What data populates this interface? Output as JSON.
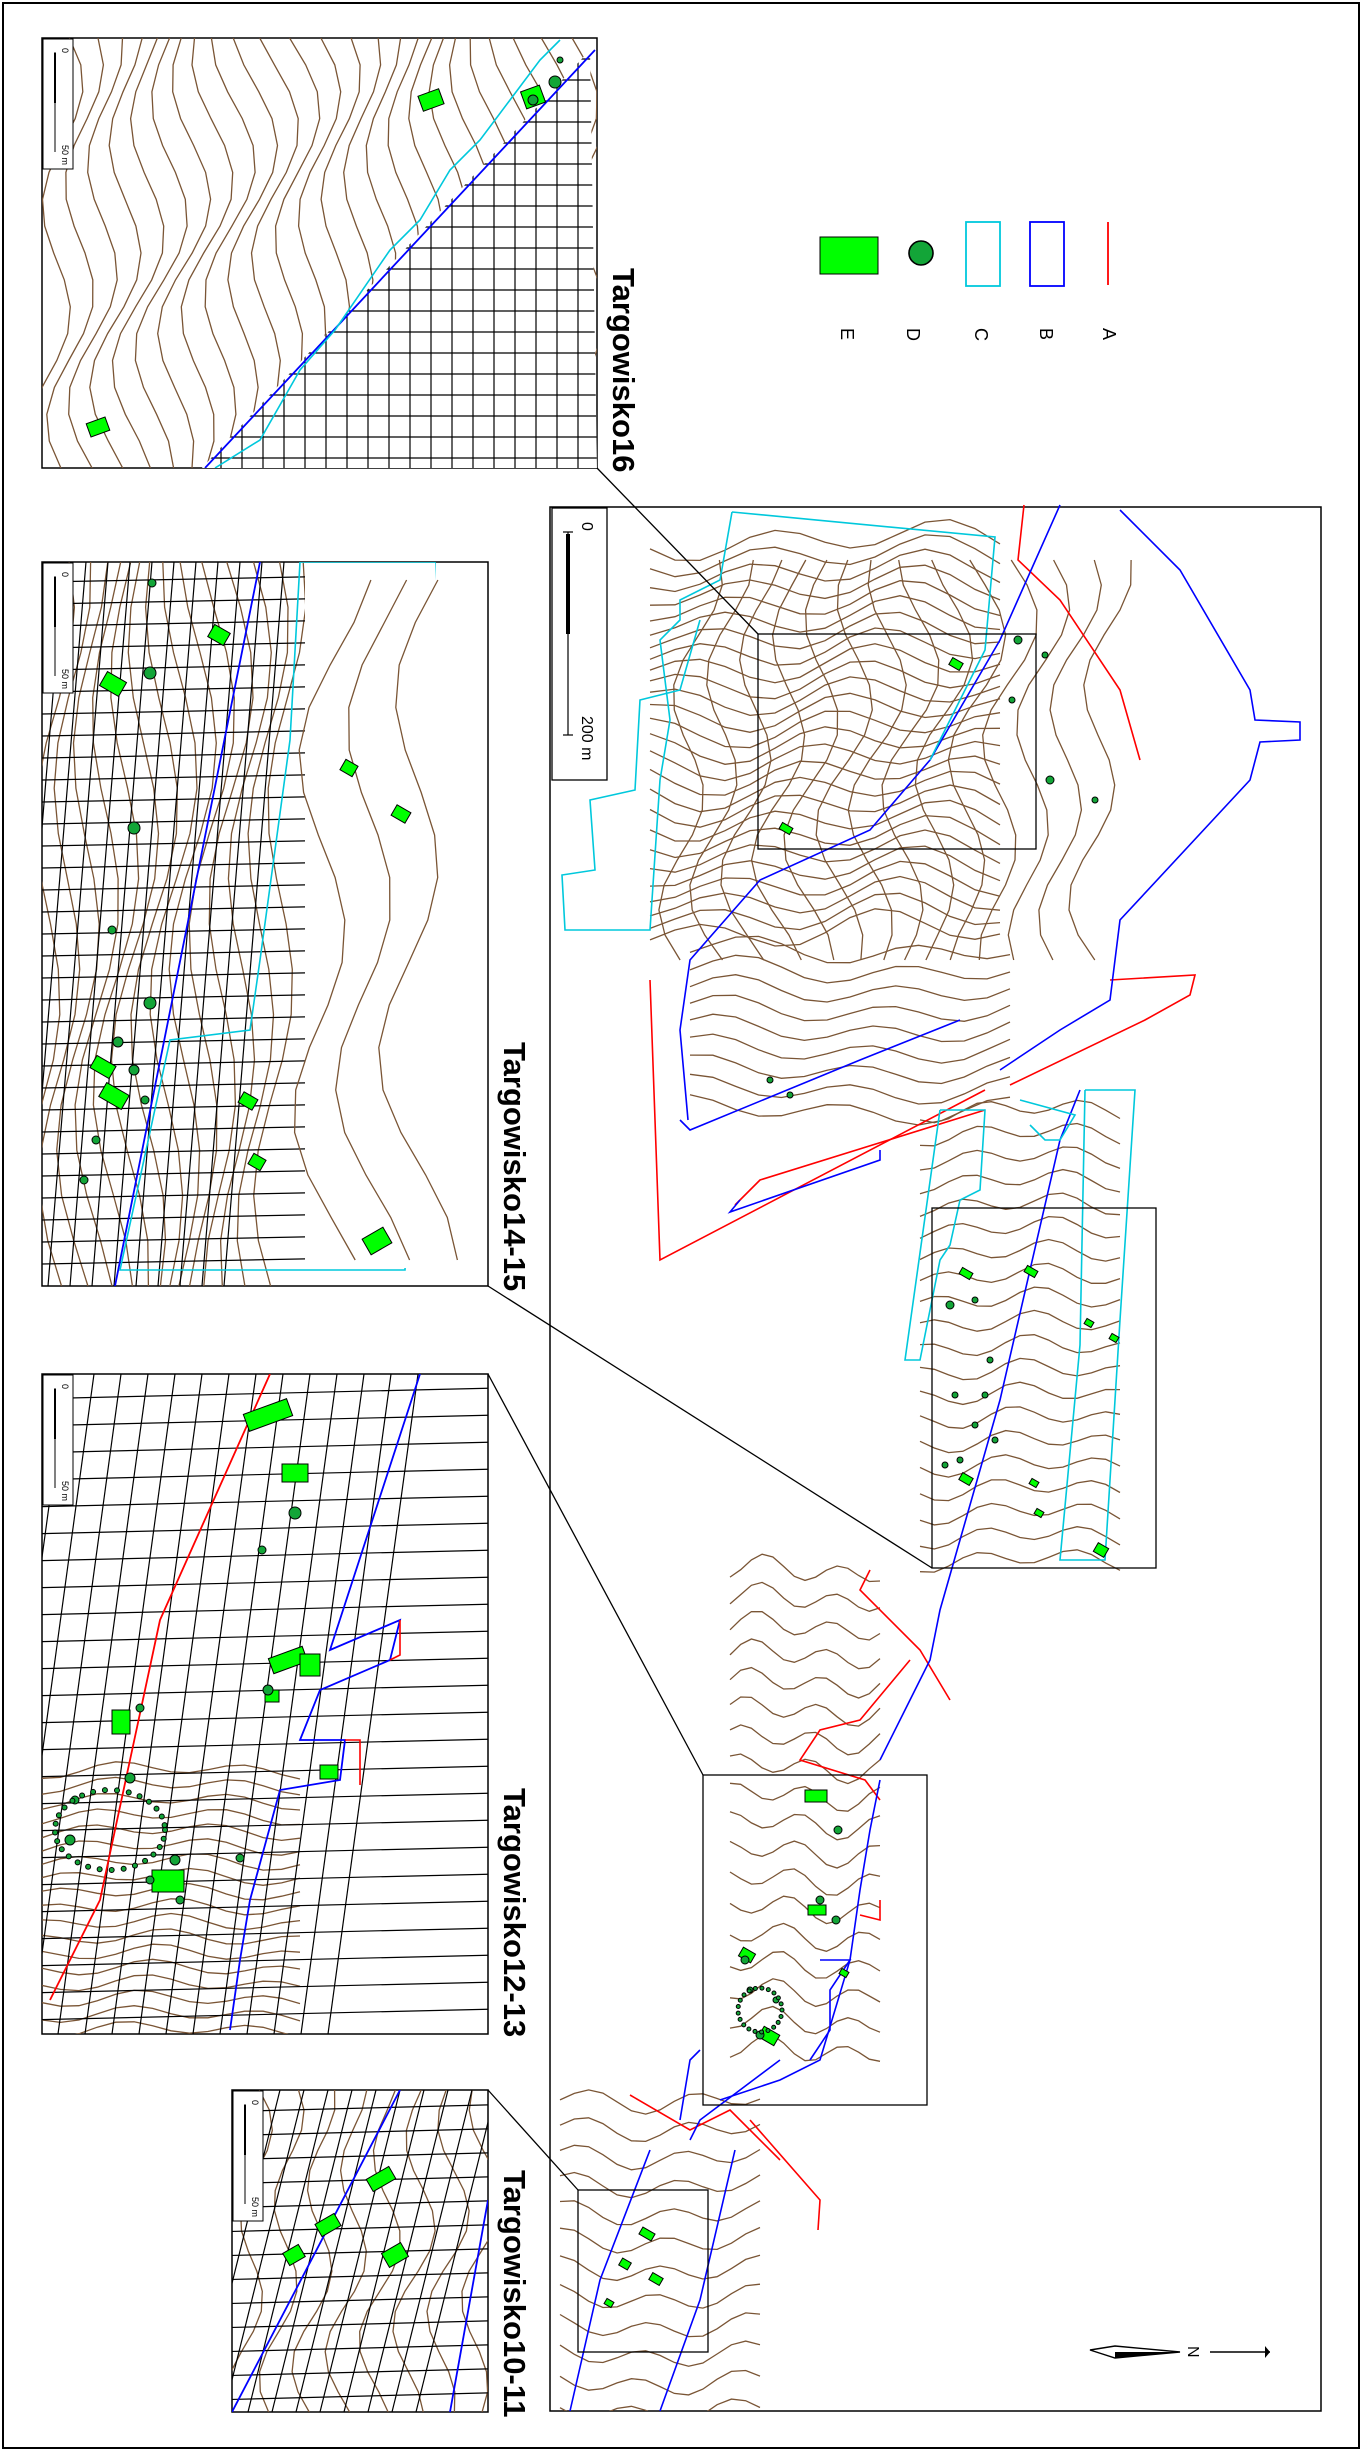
{
  "map": {
    "north_label": "N",
    "main_scale": {
      "zero": "0",
      "value": "200 m"
    },
    "legend": [
      {
        "key": "A",
        "symbol": "line",
        "color": "#ff0000"
      },
      {
        "key": "B",
        "symbol": "rect-outline",
        "color": "#0000ff"
      },
      {
        "key": "C",
        "symbol": "rect-outline",
        "color": "#00c8dc"
      },
      {
        "key": "D",
        "symbol": "circle",
        "color": "#13a538"
      },
      {
        "key": "E",
        "symbol": "rect-fill",
        "color": "#00ff00"
      }
    ],
    "insets": [
      {
        "id": "targowisko16",
        "title": "Targowisko16",
        "scale": {
          "zero": "0",
          "value": "50 m"
        }
      },
      {
        "id": "targowisko14-15",
        "title": "Targowisko14-15",
        "scale": {
          "zero": "0",
          "value": "50 m"
        }
      },
      {
        "id": "targowisko12-13",
        "title": "Targowisko12-13",
        "scale": {
          "zero": "0",
          "value": "50 m"
        }
      },
      {
        "id": "targowisko10-11",
        "title": "Targowisko10-11",
        "scale": {
          "zero": "0",
          "value": "50 m"
        }
      }
    ],
    "colors": {
      "contour": "#7a5535",
      "excavated_boundary": "#0000ff",
      "planned_boundary": "#ff0000",
      "survey_boundary": "#00c8dc",
      "feature": "#00ff00",
      "pit": "#13a538",
      "grid": "#000000"
    }
  }
}
